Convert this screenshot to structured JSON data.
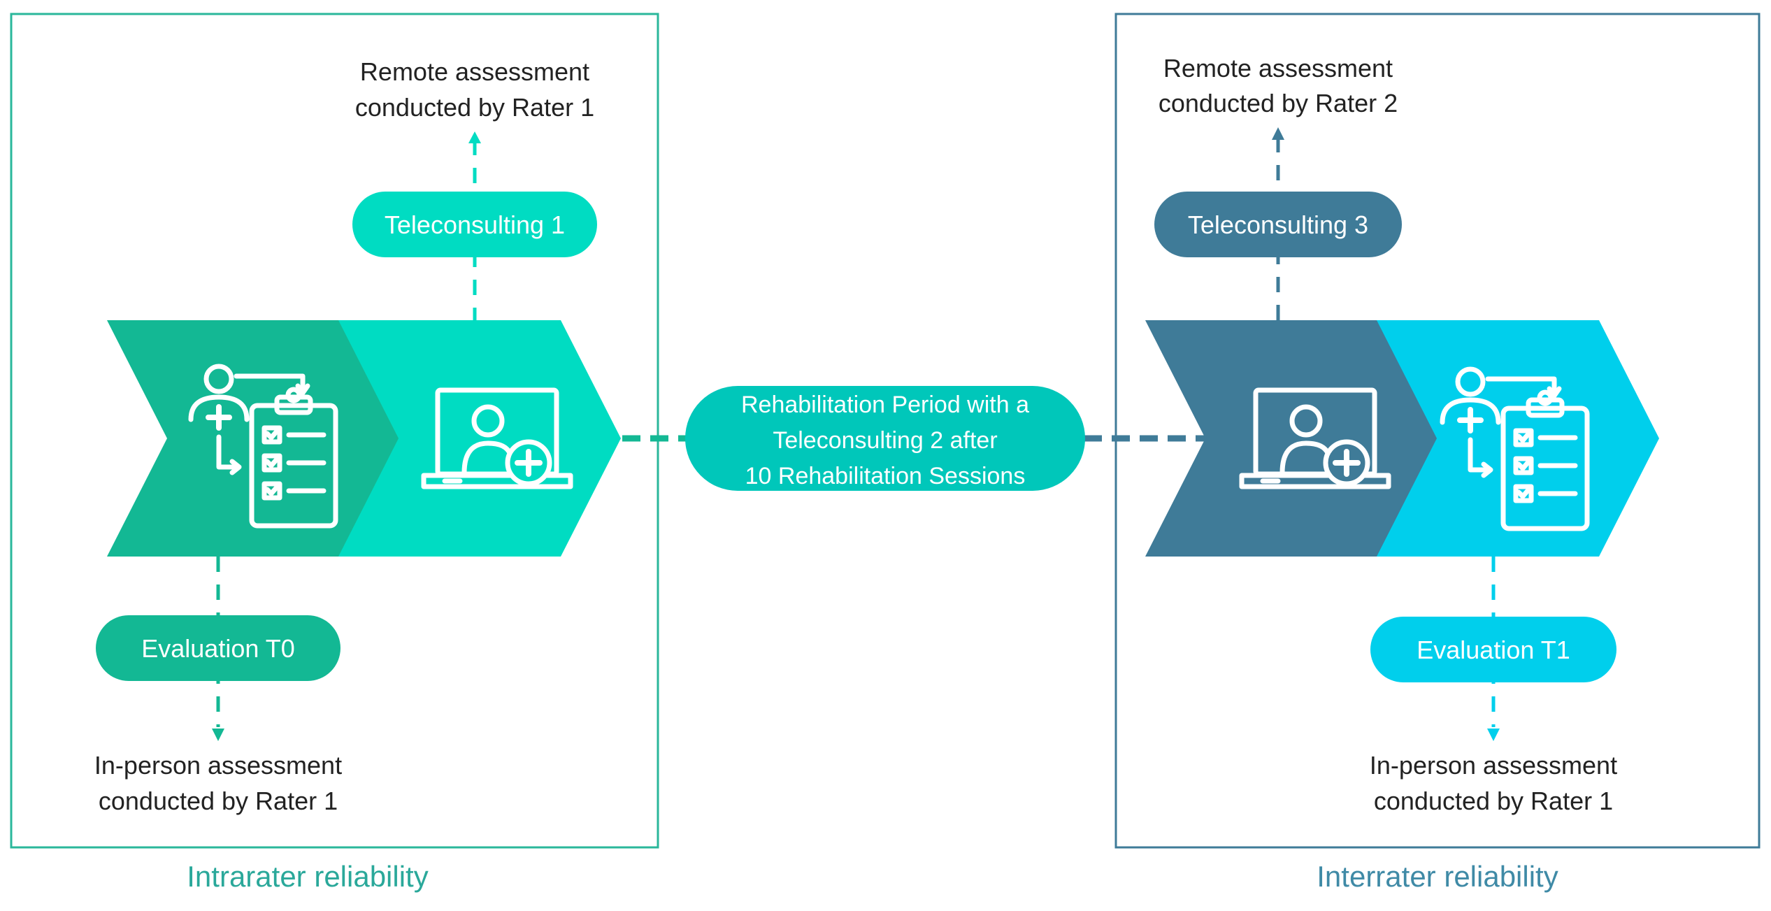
{
  "colors": {
    "teal_dark": "#13b894",
    "teal_light": "#00dcc2",
    "slate": "#3f7b98",
    "cyan": "#00cfec",
    "box_left_border": "#2ab79b",
    "box_right_border": "#3f7b98",
    "caption_left": "#2aa89a",
    "caption_right": "#3f8aa6",
    "text_dark": "#222222",
    "white": "#ffffff"
  },
  "left_box": {
    "remote": [
      "Remote assessment",
      "conducted by Rater 1"
    ],
    "pill_tele": "Teleconsulting 1",
    "pill_eval": "Evaluation T0",
    "inperson": [
      "In-person assessment",
      "conducted by Rater 1"
    ],
    "caption": "Intrarater reliability",
    "icons": [
      "clinician-clipboard-icon",
      "laptop-telemedicine-icon"
    ]
  },
  "middle": {
    "lines": [
      "Rehabilitation Period with a",
      "Teleconsulting 2 after",
      "10 Rehabilitation Sessions"
    ]
  },
  "right_box": {
    "remote": [
      "Remote assessment",
      "conducted by Rater 2"
    ],
    "pill_tele": "Teleconsulting 3",
    "pill_eval": "Evaluation T1",
    "inperson": [
      "In-person assessment",
      "conducted by Rater 1"
    ],
    "caption": "Interrater reliability",
    "icons": [
      "laptop-telemedicine-icon",
      "clinician-clipboard-icon"
    ]
  }
}
